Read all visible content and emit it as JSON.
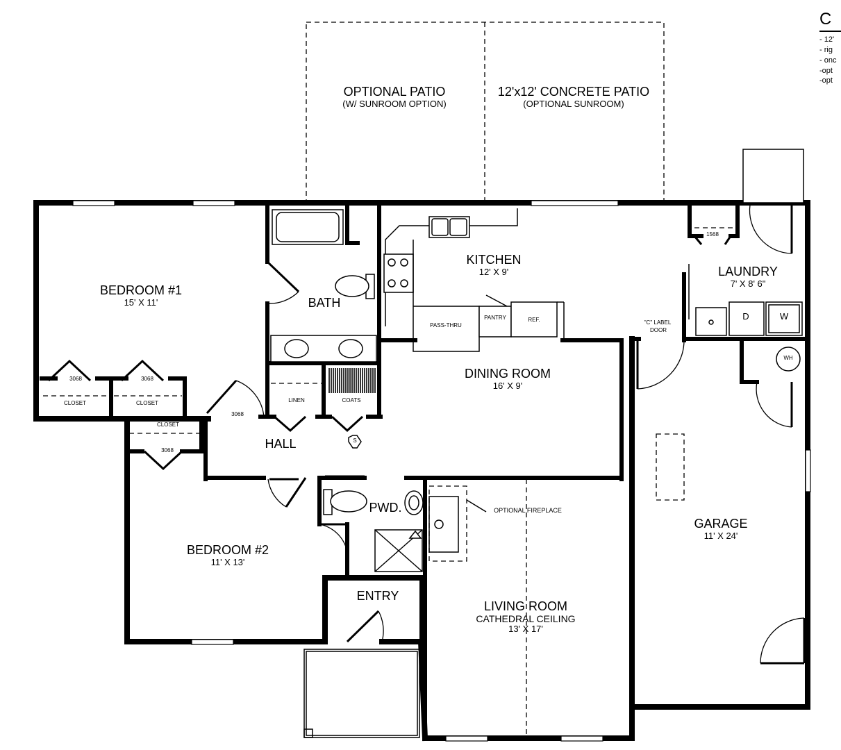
{
  "rooms": {
    "optional_patio": {
      "name": "OPTIONAL PATIO",
      "note": "(W/ SUNROOM OPTION)"
    },
    "concrete_patio": {
      "name": "12'x12' CONCRETE PATIO",
      "note": "(OPTIONAL SUNROOM)"
    },
    "bedroom1": {
      "name": "BEDROOM #1",
      "dim": "15' X 11'"
    },
    "bath": {
      "name": "BATH"
    },
    "kitchen": {
      "name": "KITCHEN",
      "dim": "12' X 9'"
    },
    "laundry": {
      "name": "LAUNDRY",
      "dim": "7' X 8' 6\""
    },
    "dining": {
      "name": "DINING ROOM",
      "dim": "16' X 9'"
    },
    "hall": {
      "name": "HALL"
    },
    "bedroom2": {
      "name": "BEDROOM #2",
      "dim": "11' X 13'"
    },
    "pwd": {
      "name": "PWD."
    },
    "entry": {
      "name": "ENTRY"
    },
    "living": {
      "name": "LIVING ROOM",
      "sub": "CATHEDRAL CEILING",
      "dim": "13' X 17'"
    },
    "garage": {
      "name": "GARAGE",
      "dim": "11' X 24'"
    }
  },
  "small_labels": {
    "pass_thru": "PASS-THRU",
    "pantry": "PANTRY",
    "ref": "REF.",
    "closet": "CLOSET",
    "door_3068": "3068",
    "door_1568": "1568",
    "linen": "LINEN",
    "coats": "COATS",
    "c_label_door_1": "\"C\" LABEL",
    "c_label_door_2": "DOOR",
    "wh": "WH",
    "dryer": "D",
    "washer": "W",
    "smoke": "S",
    "optional_fireplace": "OPTIONAL FIREPLACE"
  },
  "notes": {
    "heading": "C",
    "lines": [
      "- 12'",
      "- rig",
      "- onc",
      "-opt",
      "-opt"
    ]
  }
}
